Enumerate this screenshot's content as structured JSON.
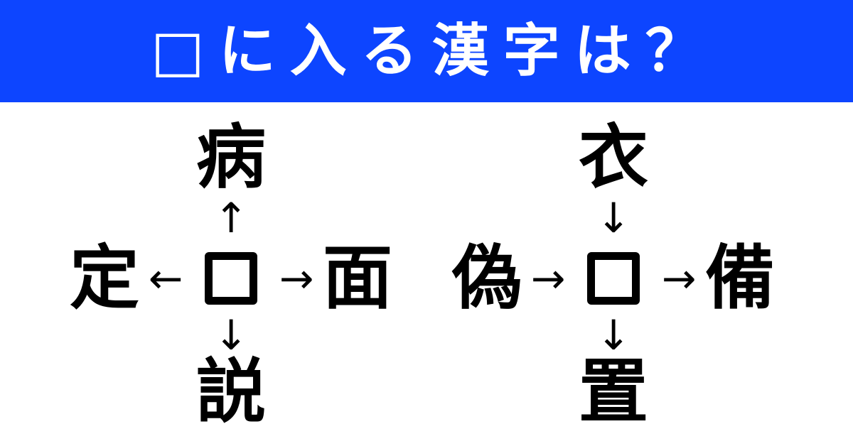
{
  "header": {
    "title": "□に入る漢字は？"
  },
  "colors": {
    "banner_bg": "#0d45ff",
    "banner_text": "#ffffff",
    "kanji": "#000000",
    "background": "#ffffff"
  },
  "puzzles": [
    {
      "id": "left",
      "top": "病",
      "left": "定",
      "right": "面",
      "bottom": "説",
      "center_box": "□",
      "arrows": {
        "top": "↑",
        "left": "←",
        "right": "→",
        "bottom": "↓"
      }
    },
    {
      "id": "right",
      "top": "衣",
      "left": "偽",
      "right": "備",
      "bottom": "置",
      "center_box": "□",
      "arrows": {
        "top": "↓",
        "left": "→",
        "right": "→",
        "bottom": "↓"
      }
    }
  ]
}
